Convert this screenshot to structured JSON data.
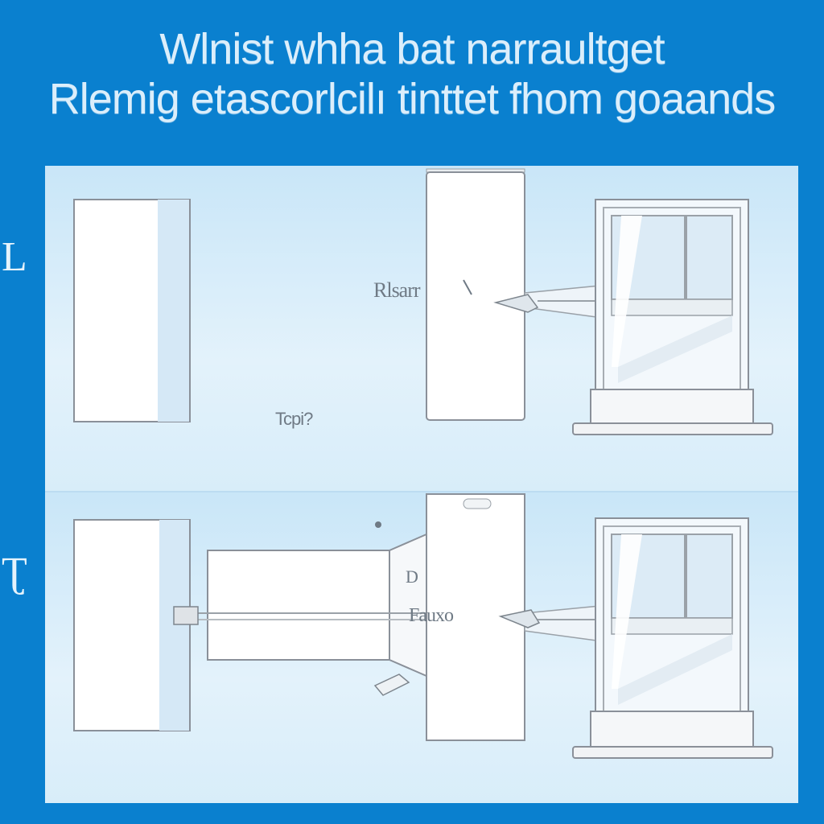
{
  "title": {
    "line1": "Wlnist whha bat narraultget",
    "line2": "Rlemig etascorlcilı tinttet fhom goaands"
  },
  "side_marks": {
    "top": "L",
    "bottom": "Ʈ"
  },
  "panel_top": {
    "label_middle": "Rlsarr",
    "label_bottom": "Tcpi?"
  },
  "panel_bottom": {
    "label_middle": "Fauxo",
    "label_small": "D"
  },
  "colors": {
    "background": "#0a80cf",
    "panel": "#d6ecf9",
    "outline": "#8a9099",
    "title_text": "#dbeefb"
  }
}
